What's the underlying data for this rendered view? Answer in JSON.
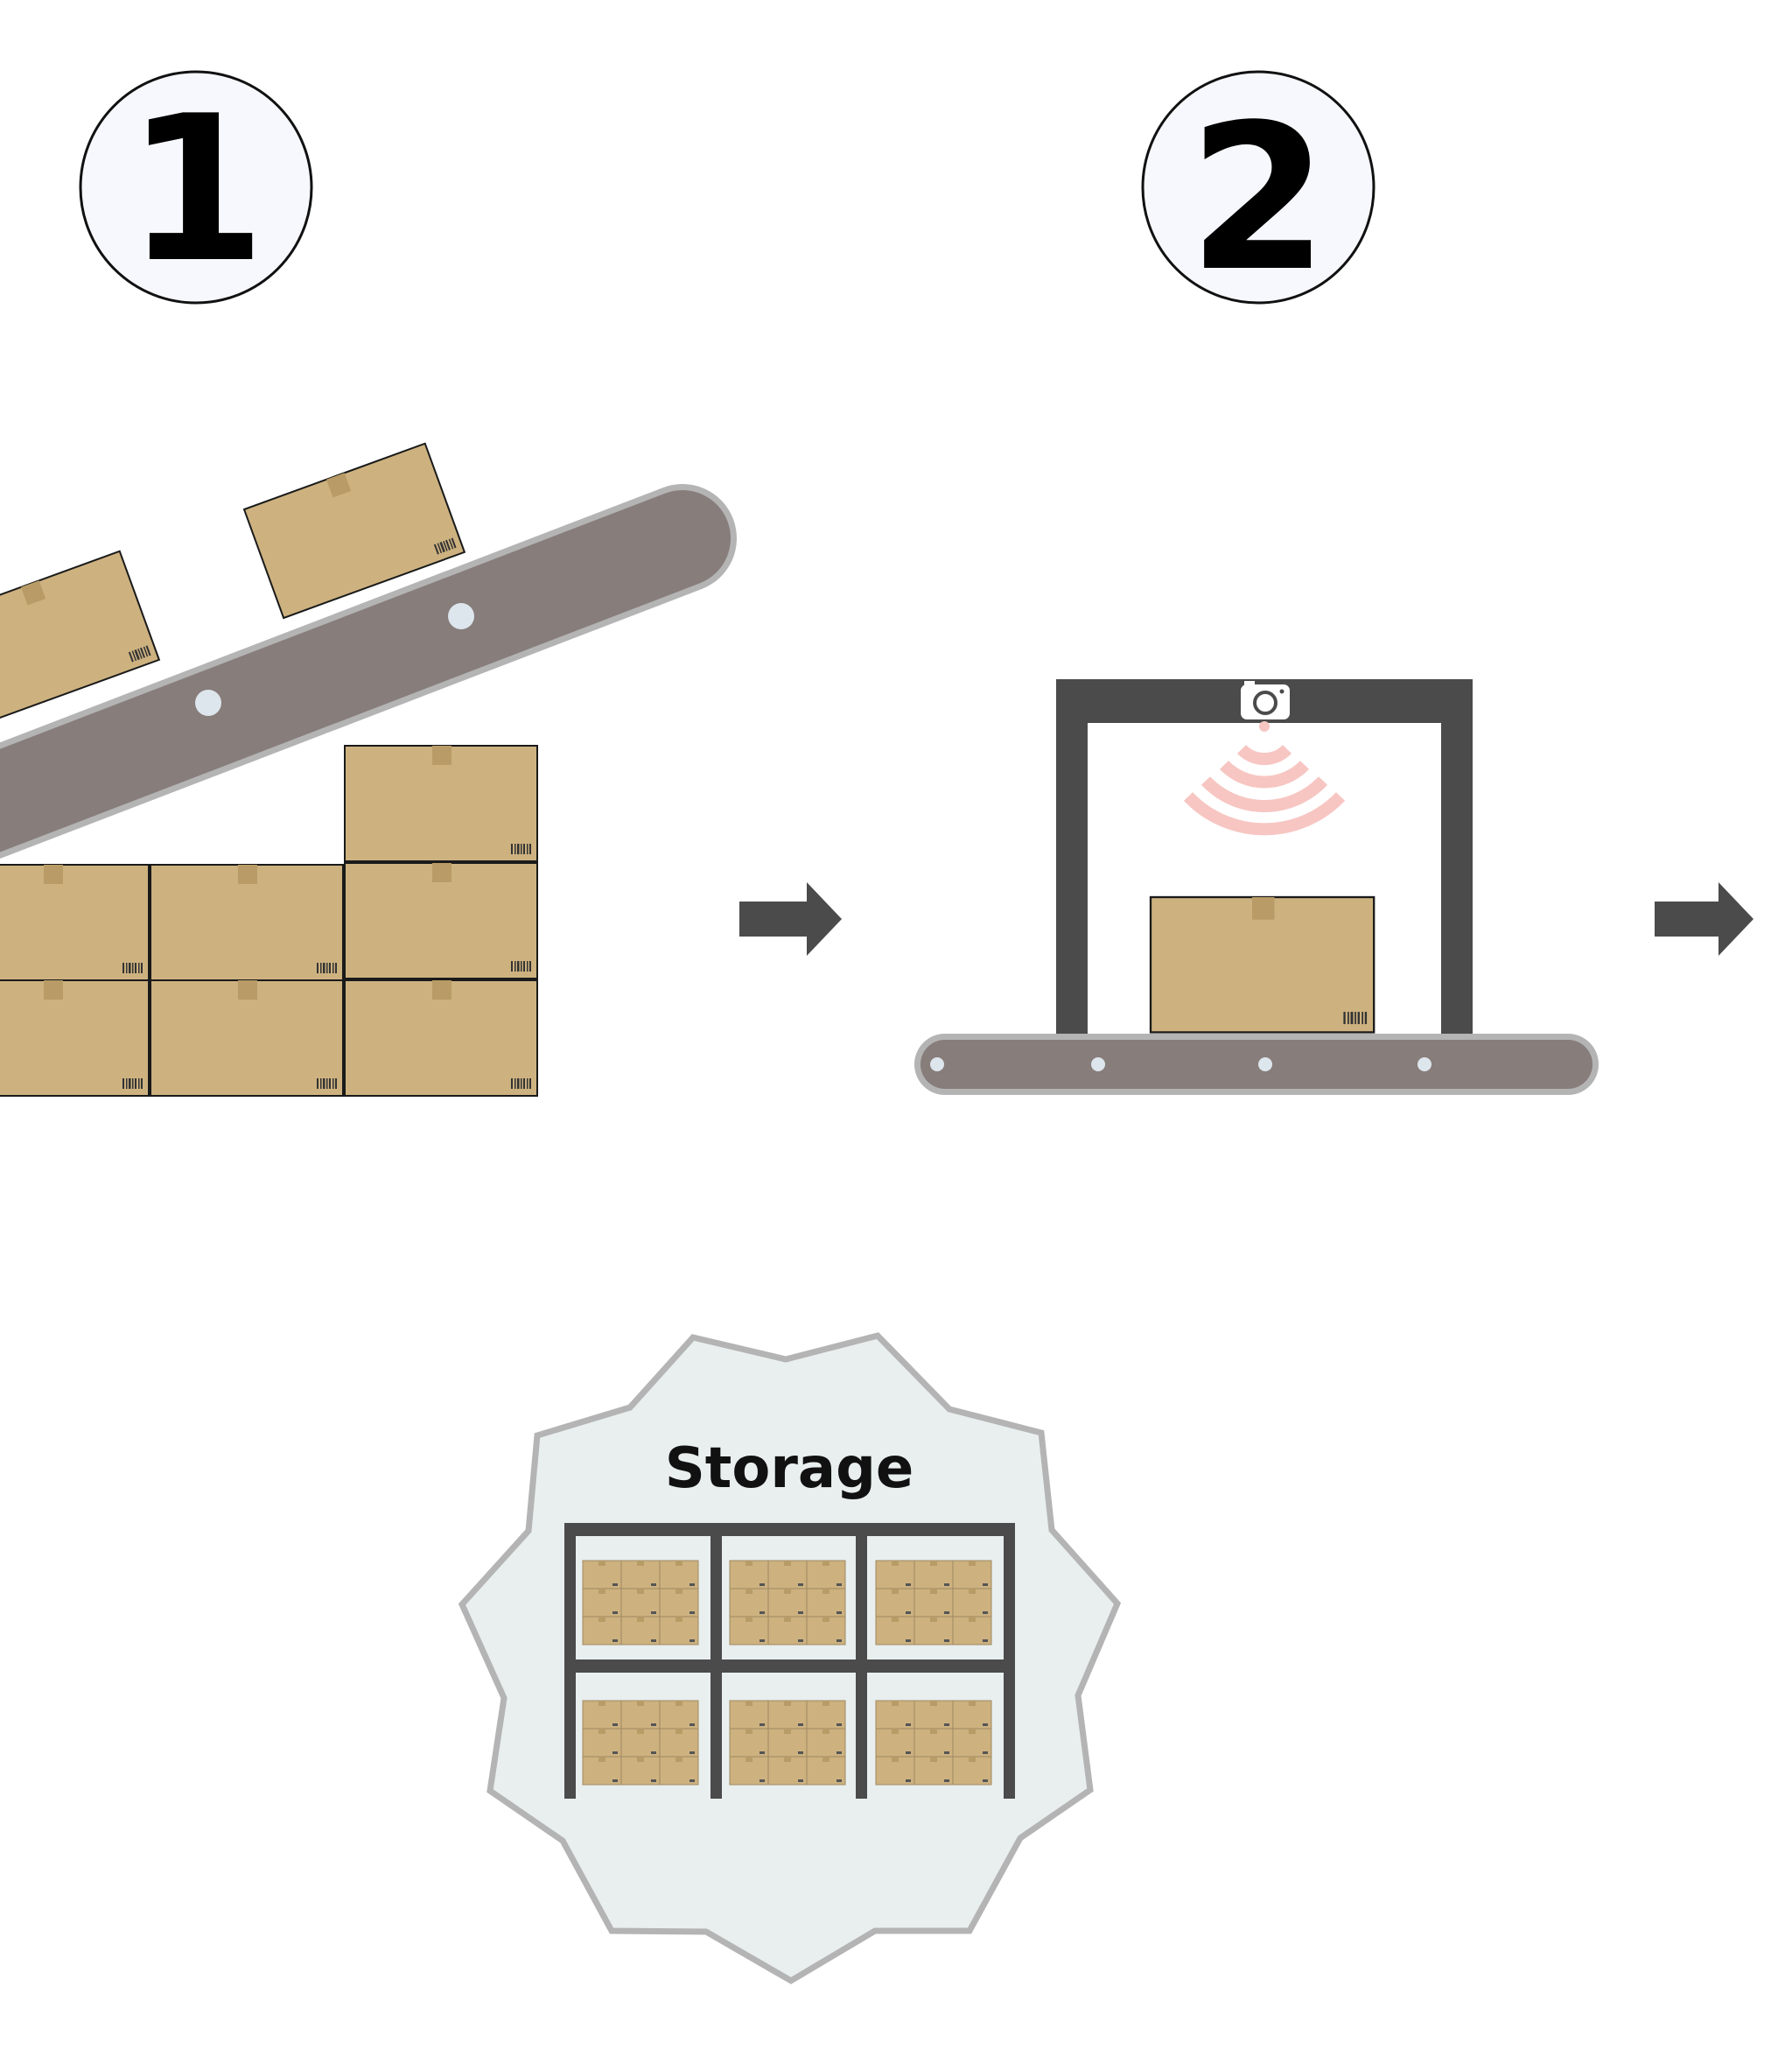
{
  "steps": [
    {
      "number": "1"
    },
    {
      "number": "2"
    }
  ],
  "storage": {
    "label": "Storage"
  },
  "colors": {
    "box": "#cdb280",
    "box_tape": "#b89b66",
    "belt": "#877d7b",
    "belt_edge": "#b4b4b4",
    "roller": "#dde6ec",
    "frame": "#4b4b4b",
    "signal": "#f7c6c2",
    "burst_fill": "#e9efef",
    "burst_stroke": "#b4b4b4",
    "circle_fill": "#f7f8fd"
  }
}
